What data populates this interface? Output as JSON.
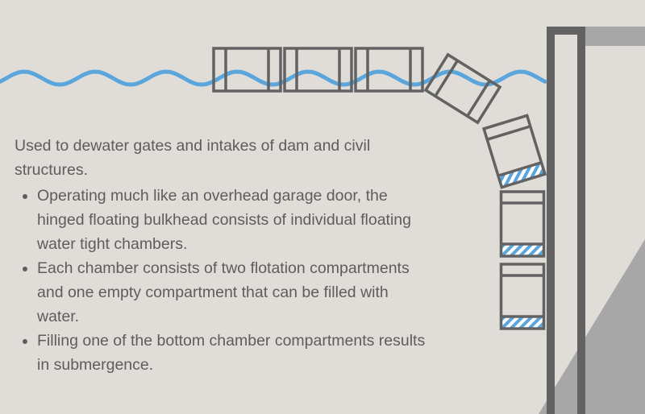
{
  "description": {
    "intro": "Used to dewater gates and intakes of dam and civil structures.",
    "bullets": [
      "Operating much like an overhead garage door, the hinged floating bulkhead consists of individual floating water tight chambers.",
      "Each chamber consists of two flotation compartments and one empty compartment that can be filled with water.",
      "Filling one of the bottom chamber compartments results in submergence."
    ]
  },
  "colors": {
    "background": "#e0ddd8",
    "water": "#5aa6dc",
    "outline": "#626262",
    "structure": "#a7a7a7",
    "text": "#5d5d5d"
  },
  "icons": [
    "water-surface-wave",
    "bulkhead-chamber",
    "ballast-water-hatch",
    "dam-wall",
    "dam-slope"
  ]
}
